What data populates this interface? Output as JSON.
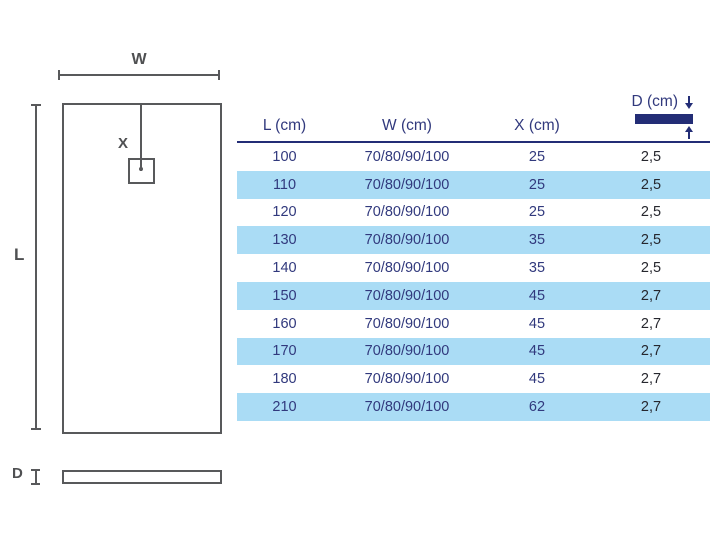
{
  "diagram": {
    "width_label": "W",
    "length_label": "L",
    "drain_offset_label": "X",
    "depth_label": "D"
  },
  "table": {
    "headers": {
      "l": "L (cm)",
      "w": "W (cm)",
      "x": "X (cm)",
      "d": "D (cm)"
    },
    "rows": [
      {
        "l": "100",
        "w": "70/80/90/100",
        "x": "25",
        "d": "2,5",
        "highlight": false
      },
      {
        "l": "110",
        "w": "70/80/90/100",
        "x": "25",
        "d": "2,5",
        "highlight": true
      },
      {
        "l": "120",
        "w": "70/80/90/100",
        "x": "25",
        "d": "2,5",
        "highlight": false
      },
      {
        "l": "130",
        "w": "70/80/90/100",
        "x": "35",
        "d": "2,5",
        "highlight": true
      },
      {
        "l": "140",
        "w": "70/80/90/100",
        "x": "35",
        "d": "2,5",
        "highlight": false
      },
      {
        "l": "150",
        "w": "70/80/90/100",
        "x": "45",
        "d": "2,7",
        "highlight": true
      },
      {
        "l": "160",
        "w": "70/80/90/100",
        "x": "45",
        "d": "2,7",
        "highlight": false
      },
      {
        "l": "170",
        "w": "70/80/90/100",
        "x": "45",
        "d": "2,7",
        "highlight": true
      },
      {
        "l": "180",
        "w": "70/80/90/100",
        "x": "45",
        "d": "2,7",
        "highlight": false
      },
      {
        "l": "210",
        "w": "70/80/90/100",
        "x": "62",
        "d": "2,7",
        "highlight": true
      }
    ]
  },
  "icons": {
    "depth_down": "arrow-down-icon",
    "depth_up": "arrow-up-icon",
    "depth_bar": "depth-bar-icon"
  },
  "colors": {
    "accent_navy": "#232d76",
    "value_navy": "#31397d",
    "row_highlight": "#aadcf5",
    "diagram_gray": "#58595b",
    "depth_value_color": "#26272e"
  }
}
